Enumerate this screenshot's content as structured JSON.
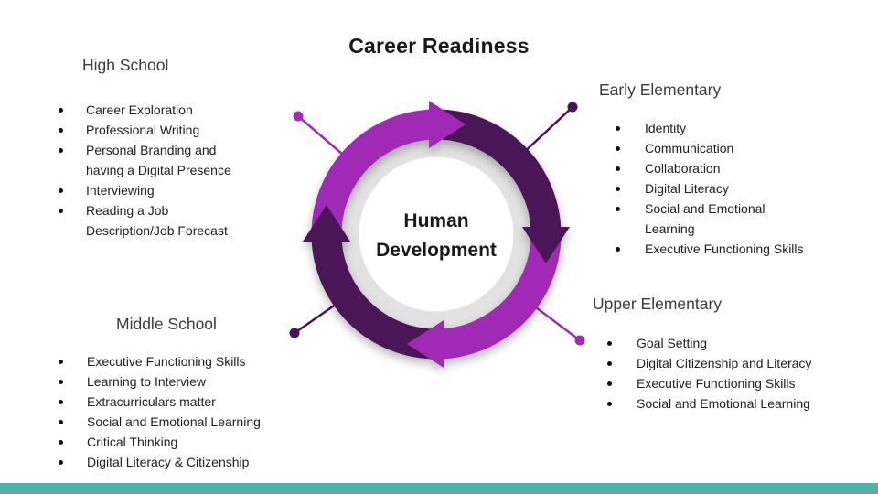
{
  "title": "Career Readiness",
  "diagram": {
    "center_label": "Human\nDevelopment",
    "colors": {
      "light_purple": "#a02bb5",
      "dark_purple": "#4c1259",
      "ring_gray": "#e2e2e2",
      "center_white": "#ffffff",
      "footer_teal": "#4db3aa"
    }
  },
  "sections": {
    "high_school": {
      "heading": "High School",
      "items": [
        "Career Exploration",
        "Professional Writing",
        "Personal Branding and\nhaving a Digital Presence",
        "Interviewing",
        "Reading a Job\nDescription/Job Forecast"
      ]
    },
    "early_elementary": {
      "heading": "Early Elementary",
      "items": [
        "Identity",
        "Communication",
        "Collaboration",
        "Digital Literacy",
        "Social and Emotional\nLearning",
        "Executive Functioning Skills"
      ]
    },
    "middle_school": {
      "heading": "Middle School",
      "items": [
        "Executive Functioning Skills",
        "Learning to Interview",
        "Extracurriculars matter",
        "Social and Emotional Learning",
        "Critical Thinking",
        "Digital Literacy & Citizenship"
      ]
    },
    "upper_elementary": {
      "heading": "Upper Elementary",
      "items": [
        "Goal Setting",
        "Digital Citizenship and Literacy",
        "Executive Functioning Skills",
        "Social and Emotional Learning"
      ]
    }
  }
}
